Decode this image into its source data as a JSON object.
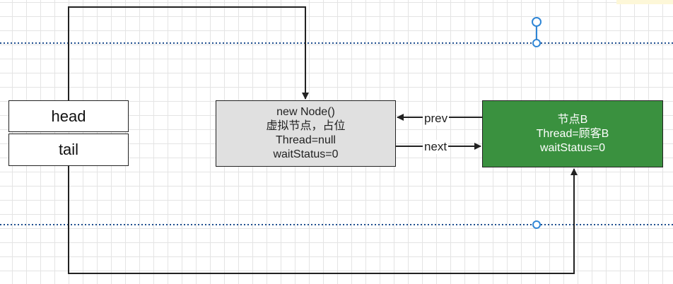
{
  "diagram": {
    "head_label": "head",
    "tail_label": "tail",
    "dummy_node": {
      "lines": [
        "new Node()",
        "虚拟节点，占位",
        "Thread=null",
        "waitStatus=0"
      ],
      "fill": "#e0e0e0"
    },
    "node_b": {
      "lines": [
        "节点B",
        "Thread=顾客B",
        "waitStatus=0"
      ],
      "fill": "#3a913f"
    },
    "prev_label": "prev",
    "next_label": "next"
  },
  "colors": {
    "guide_line": "#1f4f8f",
    "handle": "#2f86d6",
    "stroke": "#222222",
    "grid": "#e4e4e4"
  }
}
